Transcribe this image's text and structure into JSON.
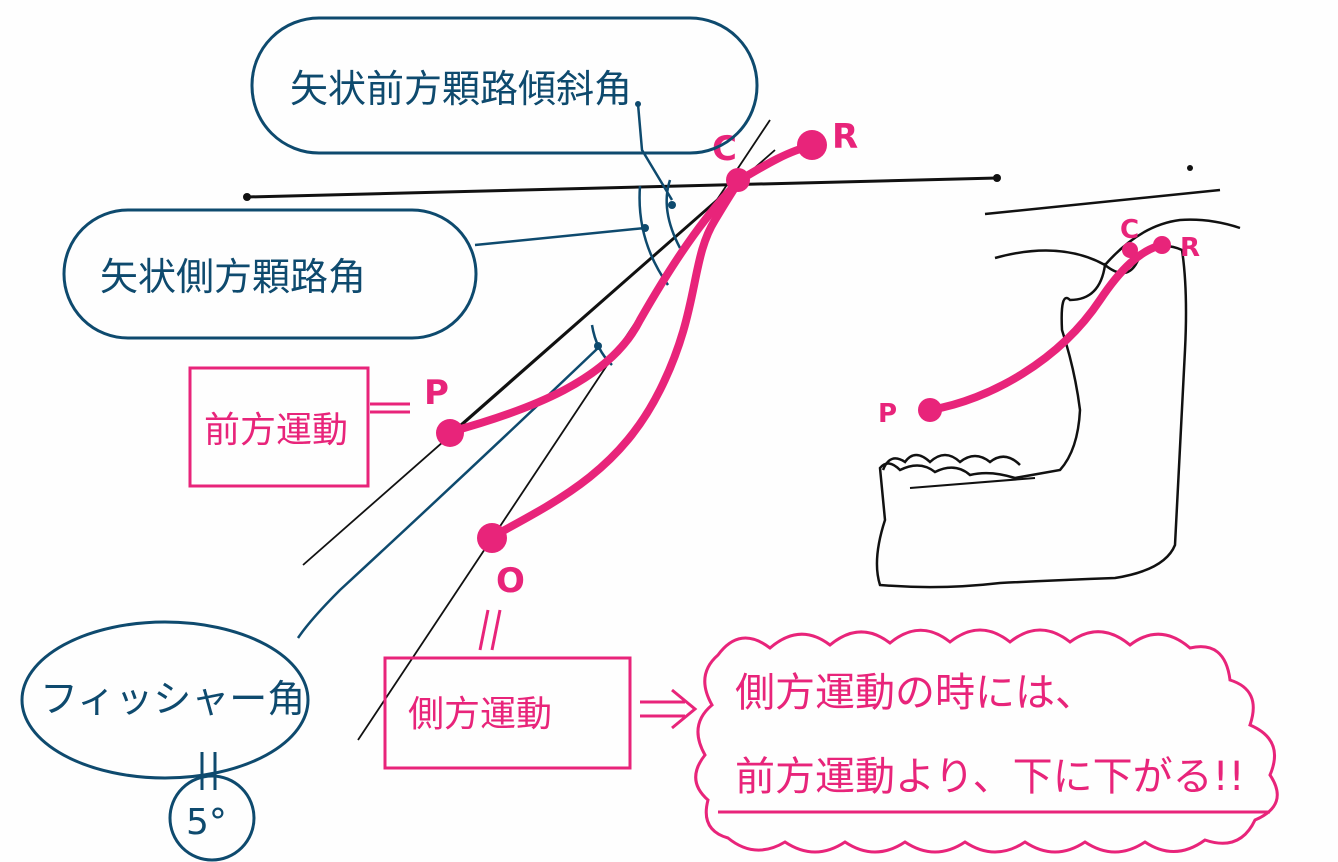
{
  "labels": {
    "sagittal_protrusive_inclination": "矢状前方顆路傾斜角",
    "sagittal_lateral_path_angle": "矢状側方顆路角",
    "protrusive_movement": "前方運動",
    "lateral_movement": "側方運動",
    "fischer_angle": "フィッシャー角",
    "fischer_value": "5°",
    "note_line1": "側方運動の時には、",
    "note_line2": "前方運動より、下に下がる!!"
  },
  "points": {
    "C": "C",
    "R": "R",
    "P": "P",
    "O": "O",
    "C_small": "C",
    "R_small": "R",
    "P_small": "P"
  },
  "colors": {
    "pink": "#e8247a",
    "blue": "#0e4a6e",
    "black": "#111111"
  }
}
